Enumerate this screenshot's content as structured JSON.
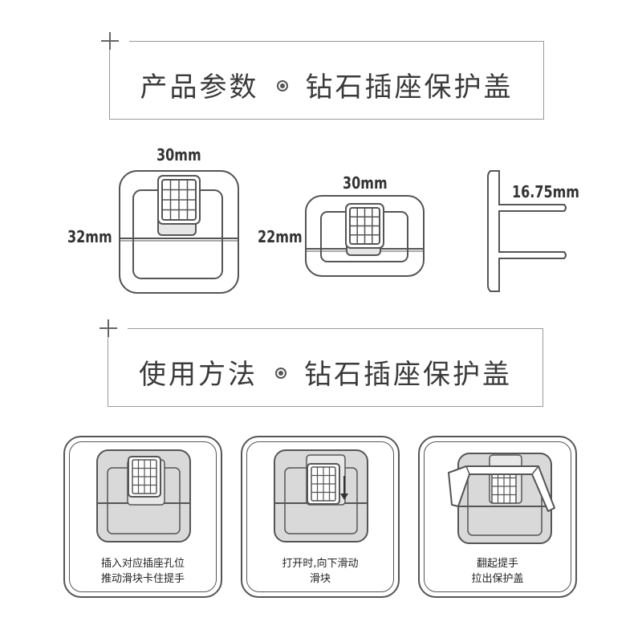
{
  "section1": {
    "title": "产品参数",
    "product": "钻石插座保护盖"
  },
  "section2": {
    "title": "使用方法",
    "product": "钻石插座保护盖"
  },
  "dimensions": {
    "large_width": "30mm",
    "large_height": "32mm",
    "small_width": "30mm",
    "small_height": "22mm",
    "side_depth": "16.75mm"
  },
  "steps": [
    {
      "line1": "插入对应插座孔位",
      "line2": "推动滑块卡住提手"
    },
    {
      "line1": "打开时,向下滑动",
      "line2": "滑块"
    },
    {
      "line1": "翻起提手",
      "line2": "拉出保护盖"
    }
  ],
  "colors": {
    "line": "#555555",
    "fill": "#d9d9d9",
    "border": "#9a9a9a"
  }
}
